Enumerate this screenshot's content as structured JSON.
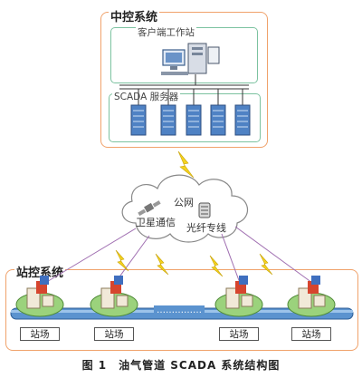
{
  "central": {
    "title": "中控系统",
    "client_label": "客户端工作站",
    "scada_label": "SCADA 服务器"
  },
  "network": {
    "public_label": "公网",
    "satellite_label": "卫星通信",
    "fiber_label": "光纤专线"
  },
  "station": {
    "title": "站控系统",
    "site_label": "站场",
    "ellipsis": "……………"
  },
  "caption": "图 1　油气管道 SCADA 系统结构图",
  "colors": {
    "frame": "#f0a26b",
    "subframe": "#7cc2a0",
    "pipeline": "#5b93cf",
    "lightning": "#f4d21e"
  }
}
